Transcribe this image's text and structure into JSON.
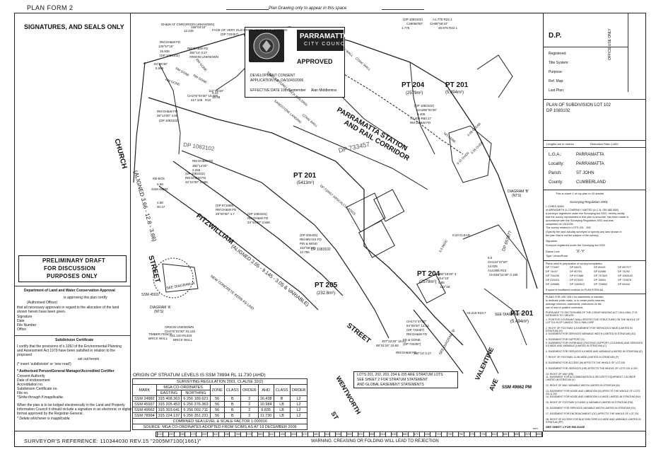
{
  "header": {
    "form_title": "PLAN FORM 2",
    "top_note": "Plan Drawing only to appear in this space"
  },
  "left_panel": {
    "title": "SIGNATURES, AND SEALS ONLY",
    "prelim": [
      "PRELIMINARY DRAFT",
      "FOR DISCUSSION",
      "PURPOSES ONLY"
    ],
    "approval_title": "Department of Land and Water Conservation Approval",
    "approval_lines": [
      "is approving this plan certify",
      "(Authorised Officer)",
      "that all necessary approvals in regard to the allocation of the land",
      "shown herein have been given.",
      "Signature",
      "Date",
      "File Number",
      "Office"
    ],
    "subdivision_title": "Subdivision Certificate",
    "subdivision_lines": [
      "I certify that the provisions of s.109J of the Environmental Planning",
      "and Assessment Act 1979 have been satisfied in relation to the",
      "proposed",
      "set out herein",
      "(* insert 'subdivision' or 'new road')"
    ],
    "consent_lines": [
      "* Authorised Person/General Manager/Accredited Certifier",
      "Consent Authority",
      "Date of endorsement",
      "Accreditation no.",
      "Subdivision Certificate no.",
      "File no.",
      "*Strike through if inapplicable."
    ],
    "note_lines": [
      "When the plan is to be lodged electronically in the Land and Property",
      "Information Council it should include a signature in an electronic or digital",
      "format approved by the Registrar-General.",
      "* Delete whichever is inapplicable."
    ]
  },
  "stamp": {
    "council": [
      "PARRAMATTA",
      "CITY COUNCIL"
    ],
    "status": "APPROVED",
    "lines": [
      "DEVELOPMENT CONSENT",
      "APPLICATION No. DA/1043/2006",
      "EFFECTIVE DATE 10th September",
      "Alan Middlemiss"
    ]
  },
  "right_panel": {
    "dp": "D.P.",
    "use_only": "OFFICE USE ONLY",
    "registered_fields": [
      "Registered:",
      "Title System:",
      "Purpose:",
      "Ref. Map:",
      "Last Plan:"
    ],
    "plan_of": [
      "PLAN OF SUBDIVISION LOT 102",
      "DP 1083102"
    ],
    "lengths_note": "Lengths are in metres.",
    "reduction_note": "Reduction Ratio 1:600",
    "lga_rows": [
      {
        "label": "L.G.A.:",
        "value": "PARRAMATTA"
      },
      {
        "label": "Locality:",
        "value": "PARRAMATTA"
      },
      {
        "label": "Parish:",
        "value": "ST JOHN"
      },
      {
        "label": "County:",
        "value": "CUMBERLAND"
      }
    ],
    "sheet_note": "This is sheet 1 of my plan in 10 sheets",
    "surveying_reg": "Surveying Regulation 2001",
    "survey_lines": [
      "I, CHRIS WAIN",
      "of ARRASMITH & COMPANY LIMITED (A.C.N. 050 880 868)",
      "a surveyor registered under the Surveying Act 2002, hereby certify",
      "that the survey represented in this plan is accurate, has been made in",
      "accordance with the Surveying Regulation 2001 and was",
      "completed on 13/12/06",
      "The survey relates to LOTS 201 - 205",
      "(Specify the land actually surveyed or specify any land shown in",
      "the plan that is not the subject of the survey)"
    ],
    "signature_labels": [
      "Signature",
      "Surveyor registered under the Surveying Act 2002",
      "Datum Line:",
      "Type: Urban/Rural"
    ],
    "datum_line": "'X'-'Y'",
    "plans_used_title": "Plans used in preparation of survey/compilation",
    "plans_used": [
      "DP 773457",
      "DP 64671",
      "DP 80421",
      "DP 657977",
      "DP 74447",
      "DP 80754",
      "DP 81688",
      "DP 74292",
      "DP 734155",
      "DP 871688",
      "DP 747820",
      "DP 1083102",
      "DP 233423",
      "DP 873020",
      "DP 78654",
      "DP 729676",
      "DP 128865",
      "DP 1169313",
      "DP 729652",
      "DP 82444"
    ],
    "annot_lines": [
      "If space is insufficient continue on PLAN FORM 6A",
      "PLANS FOR USE ONLY for statements of intention",
      "to dedicate public roads, or to create public reserves,",
      "drainage reserves, easements, restrictions on the",
      "use of land or positive covenants."
    ],
    "intent_title": "PURSUANT TO SECTION 88B OF THE CONVEYANCING ACT 1919-1964, IT IS INTENDED TO CREATE:",
    "intent_items": [
      "1. POSITIVE COVENANT (WALL/PROTECTIVE STRUCTURE) ON THE WHOLE OF LOT 101 IN DP 1083102, 204 & RAILCORP",
      "2. RIGHT OF FOOTWAY & EASEMENT FOR SERVICES 6 WIDE (LIMITED IN STRATUM) (H)",
      "3. EASEMENT FOR SERVICES VARIABLE WIDTH (LIMITED IN STRATUM) (S1)",
      "4. EASEMENT FOR SUPPORT (S)",
      "5. EASEMENT FOR OVERHANG (FOOTING) SUPPORT (COLUMNS) AND SERVICES 5.5 WIDE AND VARIABLE (LIMITED IN STRATUM) (C)",
      "6. EASEMENT FOR SERVICES 5.5 WIDE AND VARIABLE (LIMITED IN STRATUM) (E)",
      "7. RIGHT OF FOOTWAY 11.98 WIDE (LIMITED IN STRATUM) (P)",
      "8. EASEMENT FOR ACCESS (W) AFFECTS THE WHOLE OF LOT 205",
      "9. EASEMENT FOR SERVICES (HR) AFFECTS THE WHOLE OF LOTS 201 & 202",
      "10. RIGHT OF WAY (RB)",
      "11. EASEMENT FOR ACCOMMODATION & SECURITY EQUIPMENT 1.54 WIDE LIMITED IN STRATUM (V)",
      "12. RIGHT OF WAY VARIABLE WIDTH LIMITED IN STRATUM (W)",
      "13. EASEMENT FOR NOISE AND VIBRATION (N) AFFECTS THE WHOLE OF LOTS 201 & 202",
      "14. EASEMENT FOR NOISE AND VIBRATION 0.5 WIDE LIMITED IN STRATUM (NV)",
      "15. RIGHT OF FOOTWAY 6.0 WIDE & VARIABLE LIMITED IN STRATUM (FW)",
      "16. EASEMENT FOR SERVICES VARIABLE WIDTH LIMITED IN STRATUM (SV)",
      "17. EASEMENT FOR ENCROACHMENT (OC) AFFECTS THE WHOLE OF LOT 201",
      "18. RIGHT OF ACCESS FOR BUS SHELTERS 6.5 WIDE AND VARIABLE LIMITED IN STRATUM (PP)"
    ],
    "see_sheet": "SEE SHEET 2 FOR RELEASE"
  },
  "map": {
    "streets": [
      "CHURCH",
      "(ALIGNED 3.66 - 12.8 - 3.66)",
      "STREET",
      "FITZWILLIAM",
      "(ALIGNED 3.05 - 9.145 - 3.05 & VARIABLE)",
      "STREET",
      "WENTWORTH",
      "ST",
      "VALENTINE",
      "AVE",
      "PARRAMATTA STATION",
      "AND RAIL CORRIDOR",
      "NEW CONCRETE KERB AS LAID"
    ],
    "parcels": [
      {
        "label": "PT 201",
        "area": "(5413m²)"
      },
      {
        "label": "PT 204",
        "area": "(2579m²)"
      },
      {
        "label": "PT 205",
        "area": "(232.8m²)"
      },
      {
        "label": "PT 201",
        "area": "(5,494m²)"
      },
      {
        "label": "PT 204",
        "area": "(2579m²)"
      },
      {
        "label": "PT 201",
        "area": "(5,494m²)"
      }
    ],
    "dps": [
      "DP 1083102",
      "DP 733457",
      "DP 1083102",
      "DP 657977"
    ],
    "diagrams": [
      "DIAGRAM 'A'",
      "(NTS)",
      "DIAGRAM 'B'",
      "(NTS)",
      "SEE DIAGRAM 'C'",
      "SEE DIAGRAM 'B'",
      "SEE DIAGRAM 'A'"
    ],
    "ssm_labels": [
      "SSM 45937",
      "SSM 49662 PM"
    ],
    "marks": [
      "DH&W AT CNR(ORIGIN UNKNOWN)",
      "158°04'15\"",
      "12.245",
      "FACE OF VERY OLD BRICK ABUTMENT ADOPTED",
      "(DP 733457)",
      "RM DH&W FD",
      "129°57'15\"",
      "15.935",
      "(DP 1083102)",
      "RM DH&W FD",
      "350°14' 0.27",
      "ORIGIN UNKNOWN",
      "84°38'45\"",
      "5.585",
      "RM GONE",
      "RM GONE",
      "RM GONE",
      "RM GONE",
      "CH275°03'30\" 15.095",
      "417.105",
      "R10",
      "112°45'15\"",
      "9.44",
      "15.48",
      "RM DH&W FD",
      "36°14'00\" 4.69",
      "(DP 1083102)",
      "SSM 48882",
      "2.58",
      "30.47",
      "KB-BOX",
      "6.68",
      "RM DH&W FD",
      "350°14'40\"",
      "3.255",
      "(DP 1083102)",
      "RM DH&W FD",
      "32°24'30\" 2.665",
      "(DP 871688)",
      "RM DH&W FD",
      "29°00'30\" 4.7",
      "(DP 1083102)",
      "RM DH&W FD",
      "34°43'30\" 3.565",
      "(DP 200432)",
      "RM BRASS FD",
      "PIN & WING",
      "102°56'10\"",
      "12.755",
      "(DP 1083102)",
      "C49058'50\"",
      "1.775",
      "A1.775 R22.1",
      "CH89°56'10\"",
      "45.975 R22.1",
      "(DP 1083102)",
      "CH296°02'25\"",
      "4.405",
      "A4.405 R60.17",
      "RM DH&W FD",
      "350°15'20\" 4",
      "214°10'",
      "0.85",
      "122°15'",
      "6.0",
      "CH134°47'20\"",
      "14.025",
      "A14.805 R13",
      "CH156°11'40\" 0.155",
      "A9.215 R23.7",
      "CH174°47'20\"",
      "84°09'20\" 12.14",
      "(DP 733457)",
      "RM DH&W FD",
      "FD & GONE",
      "(DP 733457)",
      "307°22'45\" 16.51",
      "88°31'15\" 15.92",
      "RM DH&W FD",
      "350°14' 0.27",
      "ORIGIN UNKNOWN",
      "CH275°03'30\" 31.115",
      "A31.120 R1310",
      "BRICK WALL",
      "TIMBER FENCE",
      "BRICK WALL",
      "BRICK WALL",
      "CONC WALL",
      "CONC WALL",
      "DP 733457 (MISCALCULATED)",
      "SINGLE STOREY BRICK BUILDING",
      "SANDSTONE LANDING",
      "NO KERB",
      "5.5 WIDE",
      "0.43 CLEAR",
      "0.09 CLEAR",
      "0.05 OVER",
      "0.10 OVER"
    ],
    "lot_note": [
      "LOTS 201, 202, 203, 204 & 205 ARE STRATUM LOTS",
      "SEE SHEET 2 FOR STRATUM STATEMENT",
      "AND GLOBAL EASEMENT STATEMENTS"
    ]
  },
  "stratum": {
    "title": "ORIGIN OF STRATUM LEVELS IS SSM 78994 RL 11.730 (AHD)",
    "reg_title": "SURVEYING REGULATION 2001, CLAUSE 32(2)",
    "head_main": [
      "MARK",
      "MGA CO-ORDINATES",
      "ZONE",
      "CLASS",
      "ORDER",
      "AHD",
      "CLASS",
      "ORDER"
    ],
    "head_sub": [
      "EASTING",
      "NORTHING"
    ],
    "rows": [
      [
        "SSM 24882",
        "315 408.363",
        "6 256 189.621",
        "56",
        "B",
        "2",
        "16.438",
        "B",
        "L2"
      ],
      [
        "SSM 45937",
        "315 205.453",
        "6 256 376.363",
        "56",
        "B",
        "2",
        "10.984",
        "LB",
        "L2"
      ],
      [
        "SSM 49662",
        "315 303.641",
        "6 256 092.711",
        "56",
        "B",
        "2",
        "9.835",
        "LB",
        "L2"
      ],
      [
        "SSM 78994",
        "315 224.137",
        "6 256 351.231",
        "56",
        "B",
        "2",
        "11.730",
        "LB",
        "L2"
      ]
    ],
    "combined": "COMBINED SEA LEVEL & SCALE FACTOR 1.000016",
    "source": "SOURCE: MGA CO-ORDINATES ADOPTED FROM SCIMS AS AT 18 DECEMBER 2006"
  },
  "footer": {
    "surveyor_ref": "SURVEYOR'S REFERENCE: 110344030 REV.15 \"2005M7100(1661)\"",
    "warning": "WARNING. CREASING OR FOLDING WILL LEAD TO REJECTION",
    "ruler": [
      "210",
      "220",
      "230",
      "240",
      "250",
      "260",
      "270",
      "280",
      "290",
      "300",
      "310",
      "320",
      "330",
      "340",
      "350",
      "360",
      "370",
      "380",
      "390",
      "400",
      "410",
      "420",
      "430",
      "440",
      "450",
      "460",
      "470",
      "480",
      "490",
      "500",
      "510",
      "520",
      "530",
      "540",
      "550",
      "560",
      "570",
      "580",
      "590",
      "600",
      "610",
      "620",
      "630",
      "640",
      "650",
      "660",
      "670",
      "680",
      "690",
      "700",
      "710",
      "720",
      "730",
      "740",
      "750",
      "760",
      "770",
      "780",
      "790",
      "800",
      "810",
      "820",
      "830",
      "840",
      "850",
      "860",
      "870",
      "880",
      "890",
      "900"
    ],
    "ruler_unit": "mm"
  }
}
